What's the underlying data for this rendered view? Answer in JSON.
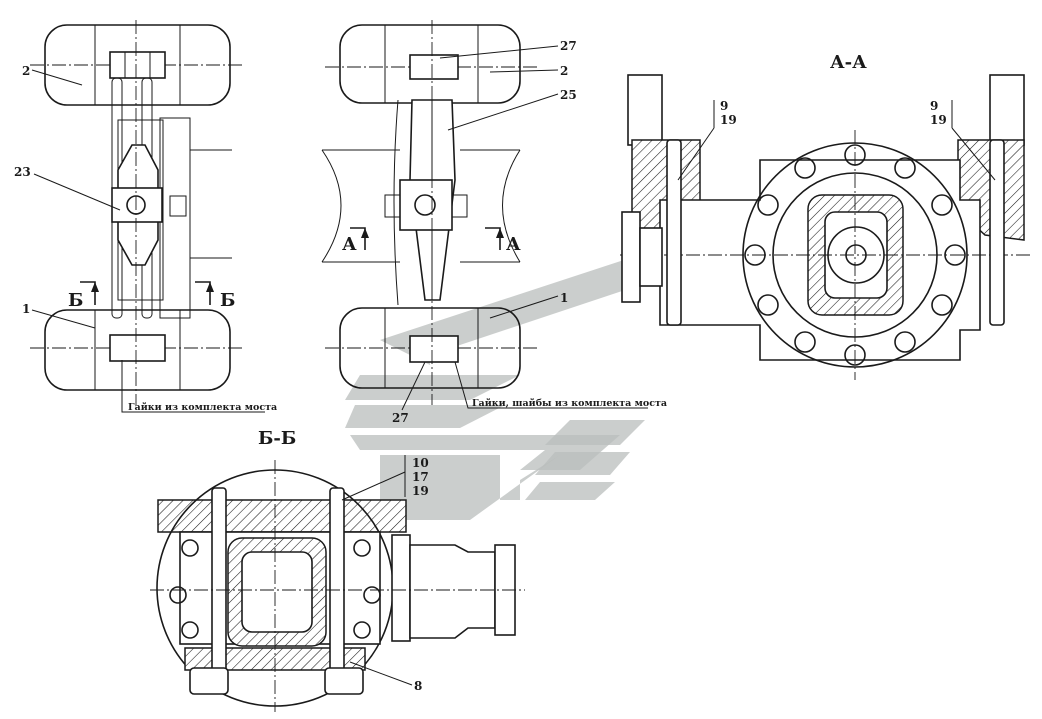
{
  "sections": {
    "aa": "А-А",
    "bb": "Б-Б"
  },
  "cut_marks": {
    "a": "А",
    "b": "Б"
  },
  "callouts": {
    "n1": "1",
    "n2": "2",
    "n8": "8",
    "n23": "23",
    "n25": "25",
    "n27": "27",
    "s9_19_l": [
      "9",
      "19"
    ],
    "s9_19_r": [
      "9",
      "19"
    ],
    "s10_17_19": [
      "10",
      "17",
      "19"
    ]
  },
  "notes": {
    "left": "Гайки из комплекта моста",
    "middle": "Гайки, шайбы из комплекта моста"
  }
}
